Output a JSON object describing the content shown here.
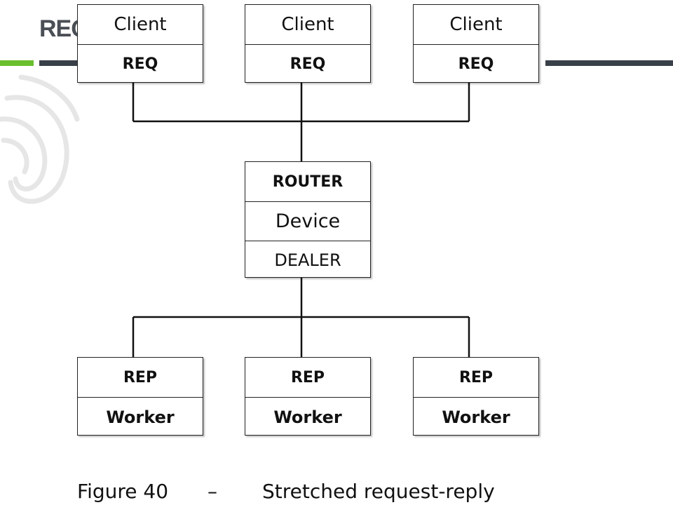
{
  "slide": {
    "title": "REQ"
  },
  "clients": [
    {
      "name": "Client",
      "socket": "REQ"
    },
    {
      "name": "Client",
      "socket": "REQ"
    },
    {
      "name": "Client",
      "socket": "REQ"
    }
  ],
  "device": {
    "frontend": "ROUTER",
    "name": "Device",
    "backend": "DEALER"
  },
  "workers": [
    {
      "socket": "REP",
      "name": "Worker"
    },
    {
      "socket": "REP",
      "name": "Worker"
    },
    {
      "socket": "REP",
      "name": "Worker"
    }
  ],
  "caption": {
    "label": "Figure 40",
    "dash": "–",
    "text": "Stretched request-reply"
  },
  "colors": {
    "accent_green": "#6abf2e",
    "accent_dark": "#3a4048",
    "line": "#111111"
  }
}
